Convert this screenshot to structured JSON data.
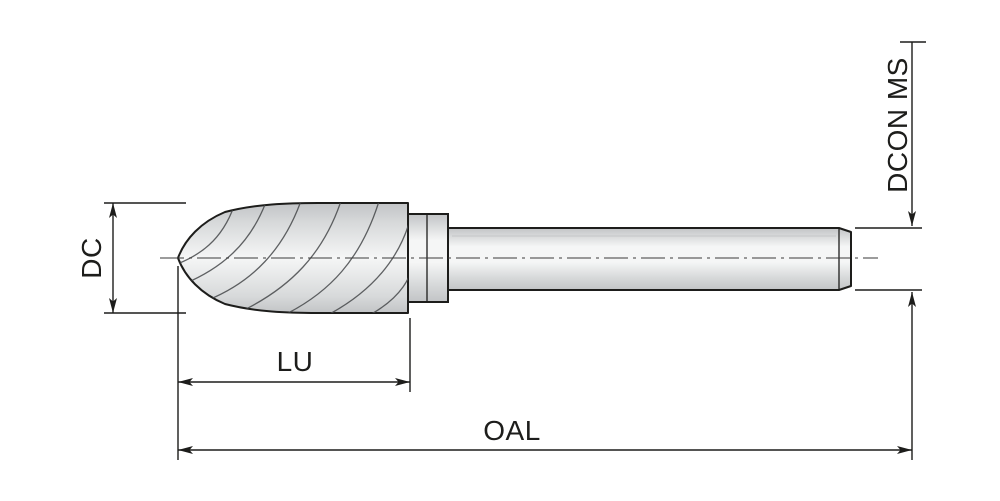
{
  "diagram": {
    "type": "technical-drawing",
    "subject": "rotary-burr-tree-shape-side-view",
    "labels": {
      "dc": "DC",
      "lu": "LU",
      "oal": "OAL",
      "dcon_ms": "DCON MS"
    },
    "colors": {
      "background": "#ffffff",
      "outline": "#1d1d1b",
      "dimension": "#1d1d1b",
      "centerline": "#3a3a3a",
      "flute": "#45484a",
      "fill_light": "#f5f6f6",
      "fill_mid": "#d7d9da",
      "fill_dark": "#c2c4c6"
    }
  }
}
